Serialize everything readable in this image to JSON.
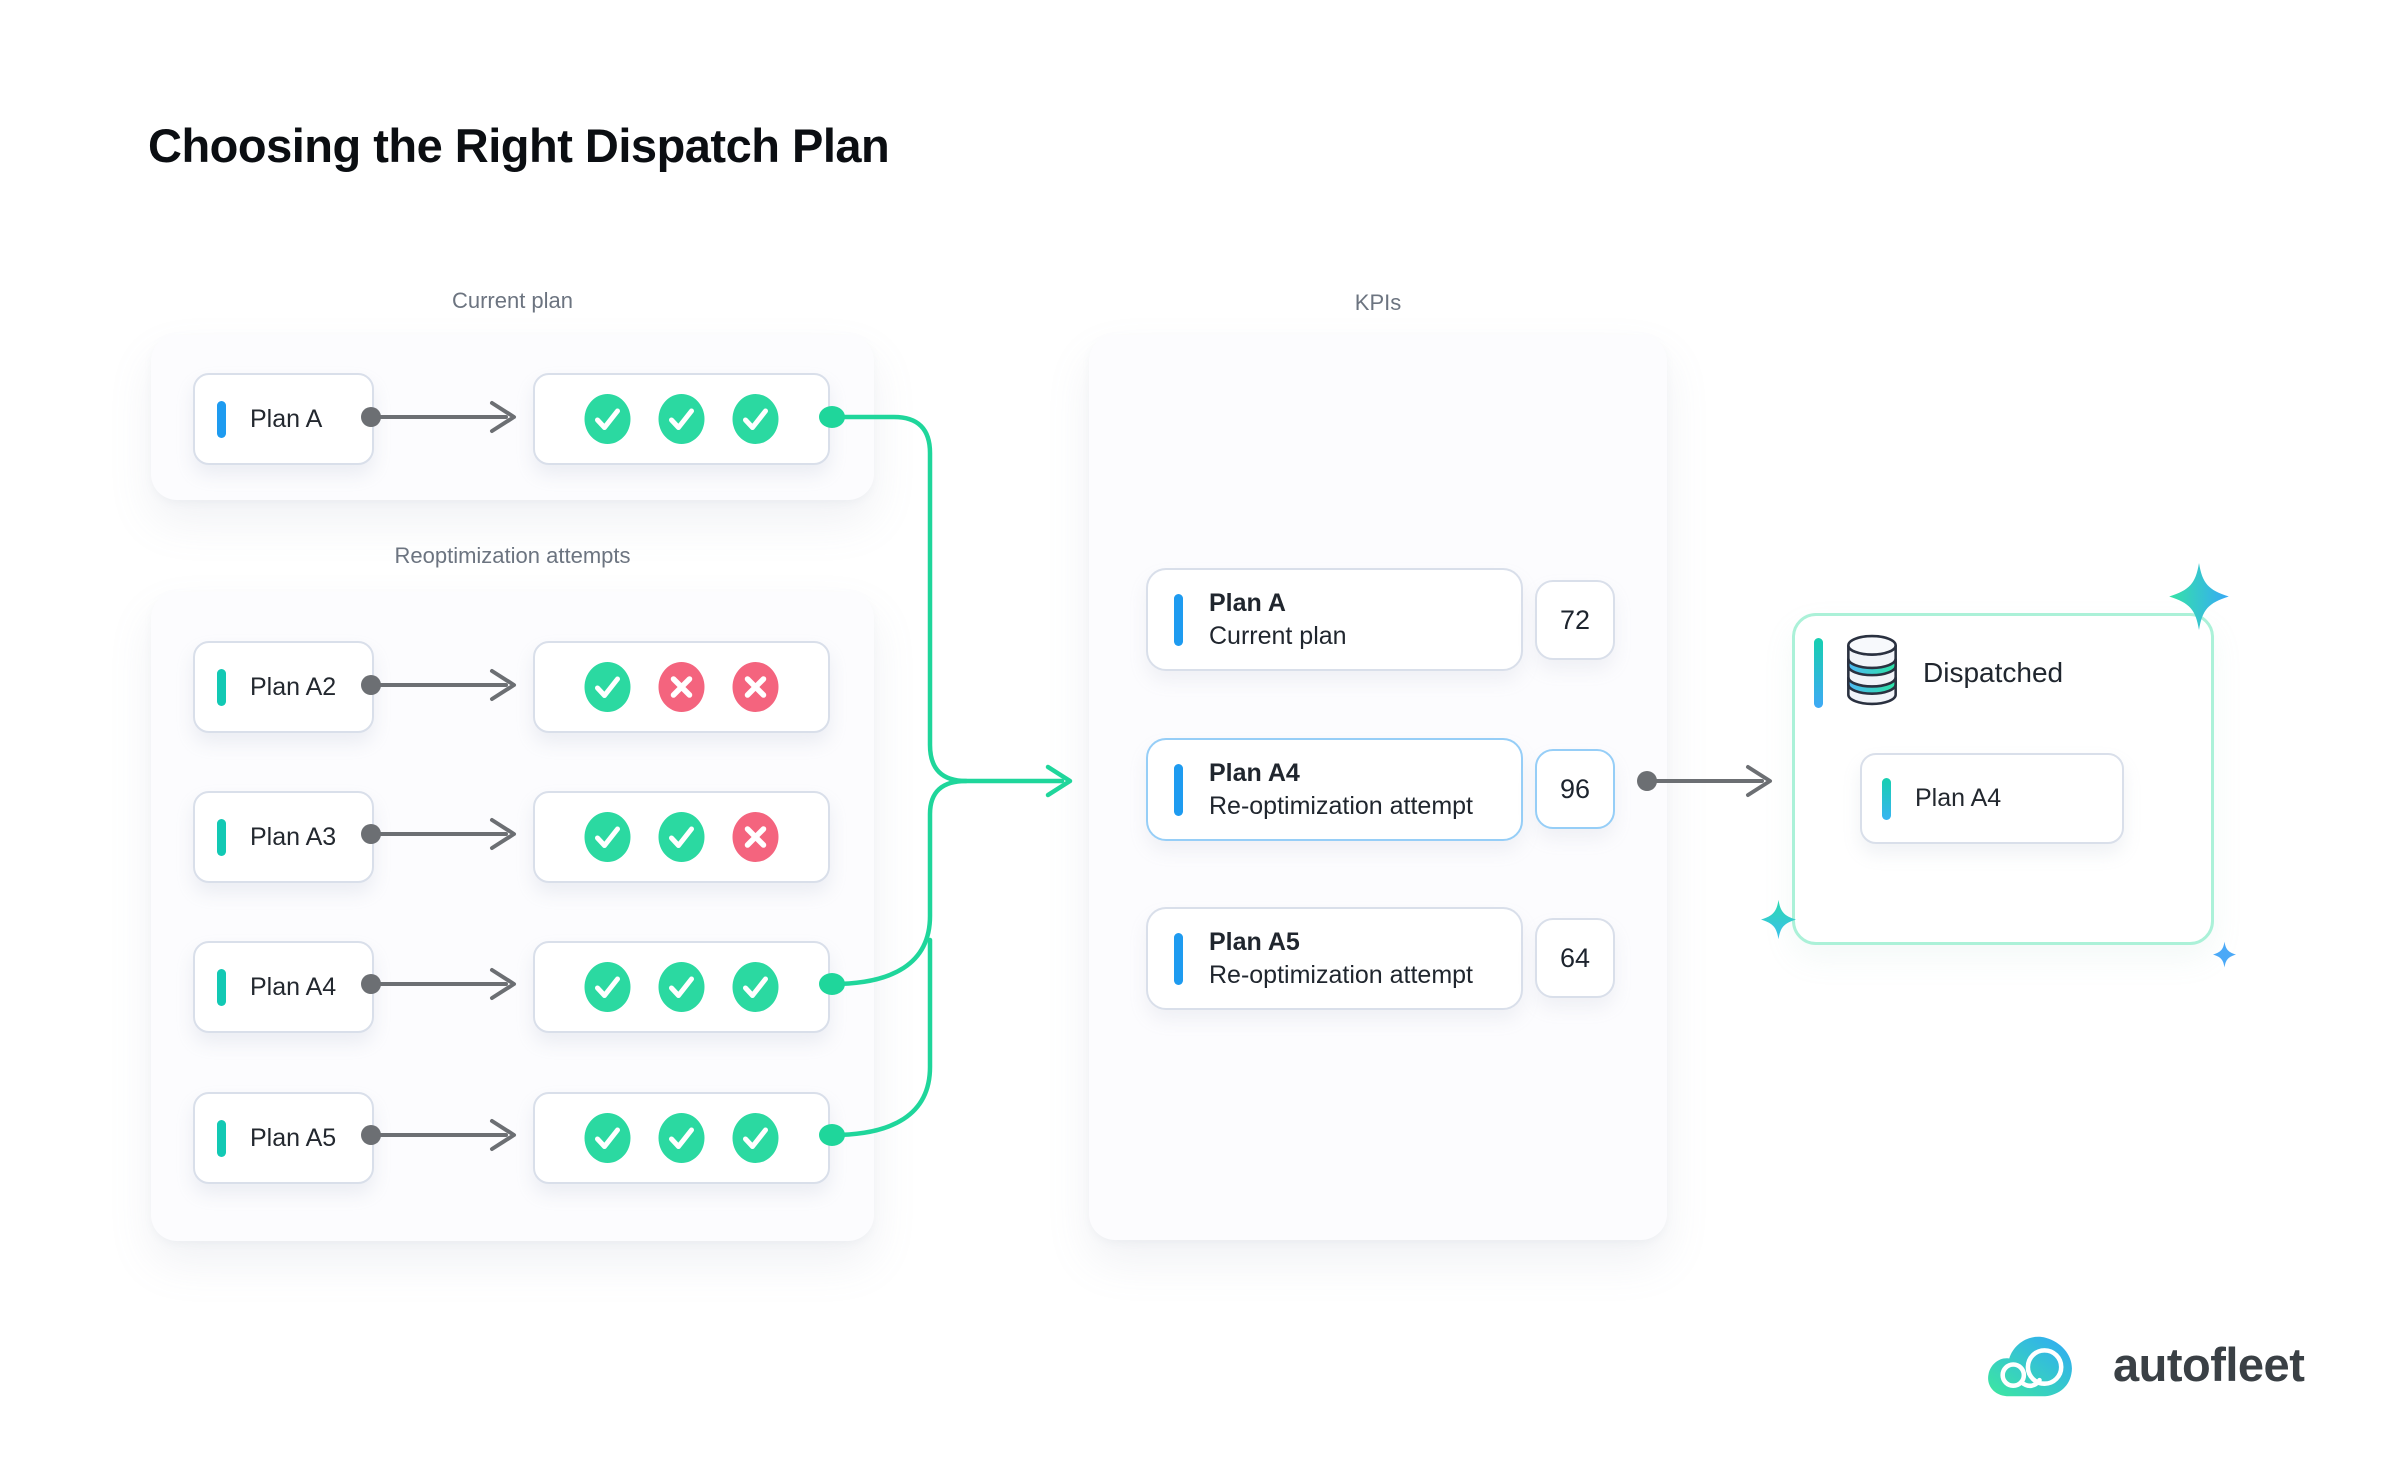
{
  "title": "Choosing the Right Dispatch Plan",
  "colors": {
    "accent_blue": "#1e9bf0",
    "teal": "#12c9b4",
    "check_green": "#2bd9a1",
    "fail_pink": "#f4647e",
    "connector_green": "#1fd69b",
    "connector_gray": "#6c6f73",
    "mint_border": "#abf1d8",
    "highlight_blue": "#96cef7"
  },
  "icons": {
    "result_pass": "check-icon",
    "result_fail": "x-icon",
    "dispatched": "database-icon",
    "decoration": "sparkle-icon",
    "brand": "autofleet-logo"
  },
  "sections": {
    "current": {
      "label": "Current plan",
      "rows": [
        {
          "label": "Plan A",
          "bar": "blue",
          "results": [
            "pass",
            "pass",
            "pass"
          ]
        }
      ]
    },
    "reopt": {
      "label": "Reoptimization attempts",
      "rows": [
        {
          "label": "Plan A2",
          "bar": "teal",
          "results": [
            "pass",
            "fail",
            "fail"
          ]
        },
        {
          "label": "Plan A3",
          "bar": "teal",
          "results": [
            "pass",
            "pass",
            "fail"
          ]
        },
        {
          "label": "Plan A4",
          "bar": "teal",
          "results": [
            "pass",
            "pass",
            "pass"
          ]
        },
        {
          "label": "Plan A5",
          "bar": "teal",
          "results": [
            "pass",
            "pass",
            "pass"
          ]
        }
      ]
    },
    "kpis": {
      "label": "KPIs",
      "items": [
        {
          "name": "Plan A",
          "subtitle": "Current plan",
          "score": "72",
          "highlighted": false
        },
        {
          "name": "Plan A4",
          "subtitle": "Re-optimization attempt",
          "score": "96",
          "highlighted": true
        },
        {
          "name": "Plan A5",
          "subtitle": "Re-optimization attempt",
          "score": "64",
          "highlighted": false
        }
      ]
    },
    "dispatched": {
      "label": "Dispatched",
      "plan": "Plan A4"
    }
  },
  "footer": {
    "brand": "autofleet"
  }
}
